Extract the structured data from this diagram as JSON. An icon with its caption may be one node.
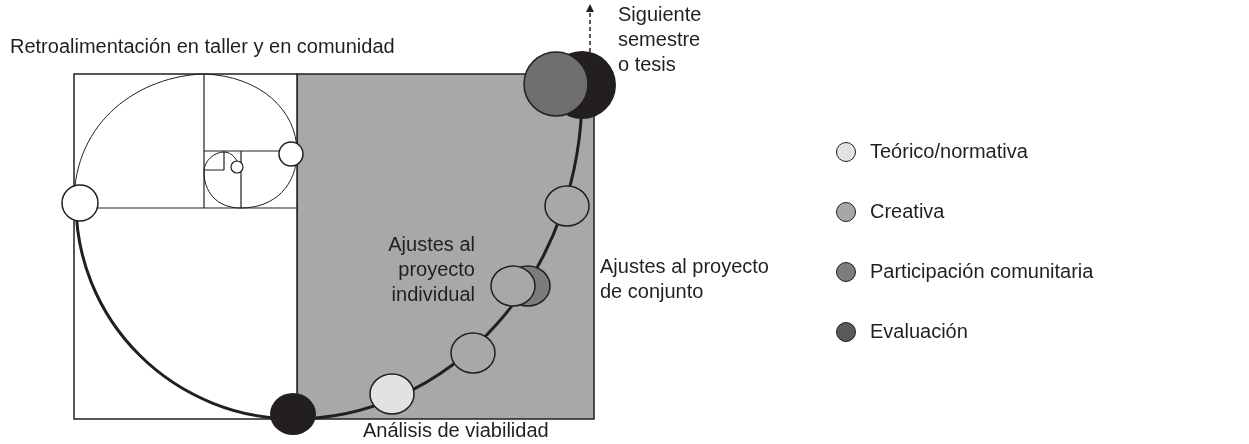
{
  "diagram": {
    "labels": [
      "Retroalimentación en taller y en comunidad",
      "Siguiente semestre o tesis",
      "Ajustes al proyecto individual",
      "Ajustes al proyecto de conjunto",
      "Análisis de viabilidad"
    ],
    "legend": [
      {
        "text": "Teórico/normativa",
        "color": "#e1e2e4"
      },
      {
        "text": "Creativa",
        "color": "#a6a7a9"
      },
      {
        "text": "Participación comunitaria",
        "color": "#7b7c7e"
      },
      {
        "text": "Evaluación",
        "color": "#58595b"
      }
    ]
  }
}
